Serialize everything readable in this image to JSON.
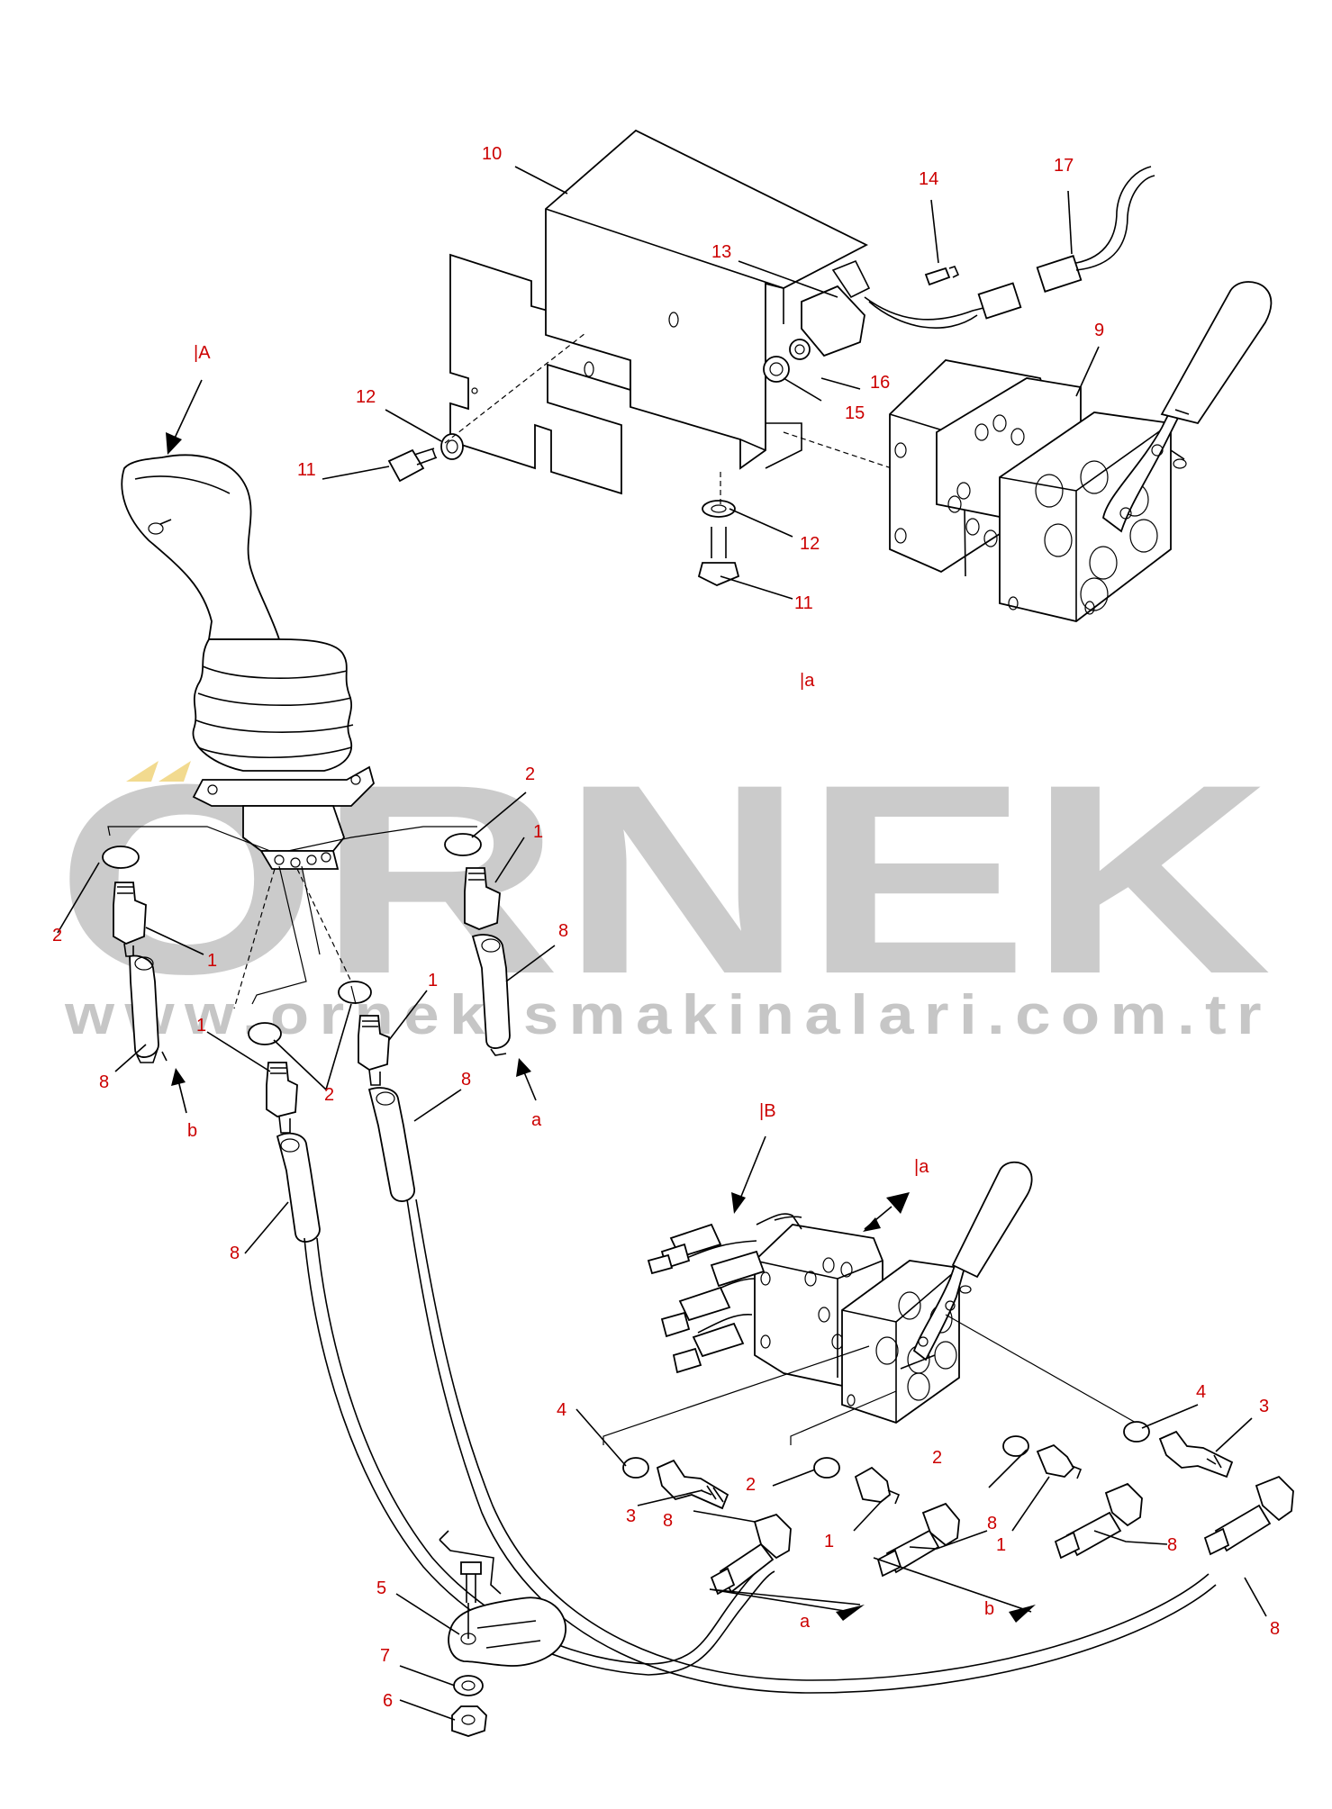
{
  "colors": {
    "callout": "#cc0000",
    "line": "#000000",
    "watermark": "#c9c9c9",
    "watermark_accent": "#f2d98a"
  },
  "watermark": {
    "brand": "ORNEK",
    "url": "www.ornekismakinalari.com.tr"
  },
  "callouts": [
    {
      "id": "c10",
      "text": "10"
    },
    {
      "id": "c14",
      "text": "14"
    },
    {
      "id": "c17",
      "text": "17"
    },
    {
      "id": "c13",
      "text": "13"
    },
    {
      "id": "c9",
      "text": "9"
    },
    {
      "id": "c12a",
      "text": "12"
    },
    {
      "id": "c11a",
      "text": "11"
    },
    {
      "id": "c16",
      "text": "16"
    },
    {
      "id": "c15",
      "text": "15"
    },
    {
      "id": "c12b",
      "text": "12"
    },
    {
      "id": "c11b",
      "text": "11"
    },
    {
      "id": "c2a",
      "text": "2"
    },
    {
      "id": "c1a",
      "text": "1"
    },
    {
      "id": "c8a",
      "text": "8"
    },
    {
      "id": "c2b",
      "text": "2"
    },
    {
      "id": "c1b",
      "text": "1"
    },
    {
      "id": "c8b",
      "text": "8"
    },
    {
      "id": "c2c",
      "text": "2"
    },
    {
      "id": "c1c",
      "text": "1"
    },
    {
      "id": "c1d",
      "text": "1"
    },
    {
      "id": "c8c",
      "text": "8"
    },
    {
      "id": "c8d",
      "text": "8"
    },
    {
      "id": "c4a",
      "text": "4"
    },
    {
      "id": "c3a",
      "text": "3"
    },
    {
      "id": "c2d",
      "text": "2"
    },
    {
      "id": "c1e",
      "text": "1"
    },
    {
      "id": "c8e",
      "text": "8"
    },
    {
      "id": "c8f",
      "text": "8"
    },
    {
      "id": "c2e",
      "text": "2"
    },
    {
      "id": "c1f",
      "text": "1"
    },
    {
      "id": "c8g",
      "text": "8"
    },
    {
      "id": "c4b",
      "text": "4"
    },
    {
      "id": "c3b",
      "text": "3"
    },
    {
      "id": "c8h",
      "text": "8"
    },
    {
      "id": "c5",
      "text": "5"
    },
    {
      "id": "c7",
      "text": "7"
    },
    {
      "id": "c6",
      "text": "6"
    }
  ],
  "view_labels": [
    {
      "id": "vA",
      "text": "|A"
    },
    {
      "id": "vB",
      "text": "|B"
    },
    {
      "id": "va1",
      "text": "|a"
    },
    {
      "id": "va2",
      "text": "|a"
    }
  ],
  "flow_labels": [
    {
      "id": "fb1",
      "text": "b"
    },
    {
      "id": "fa1",
      "text": "a"
    },
    {
      "id": "fa2",
      "text": "a"
    },
    {
      "id": "fb2",
      "text": "b"
    }
  ]
}
